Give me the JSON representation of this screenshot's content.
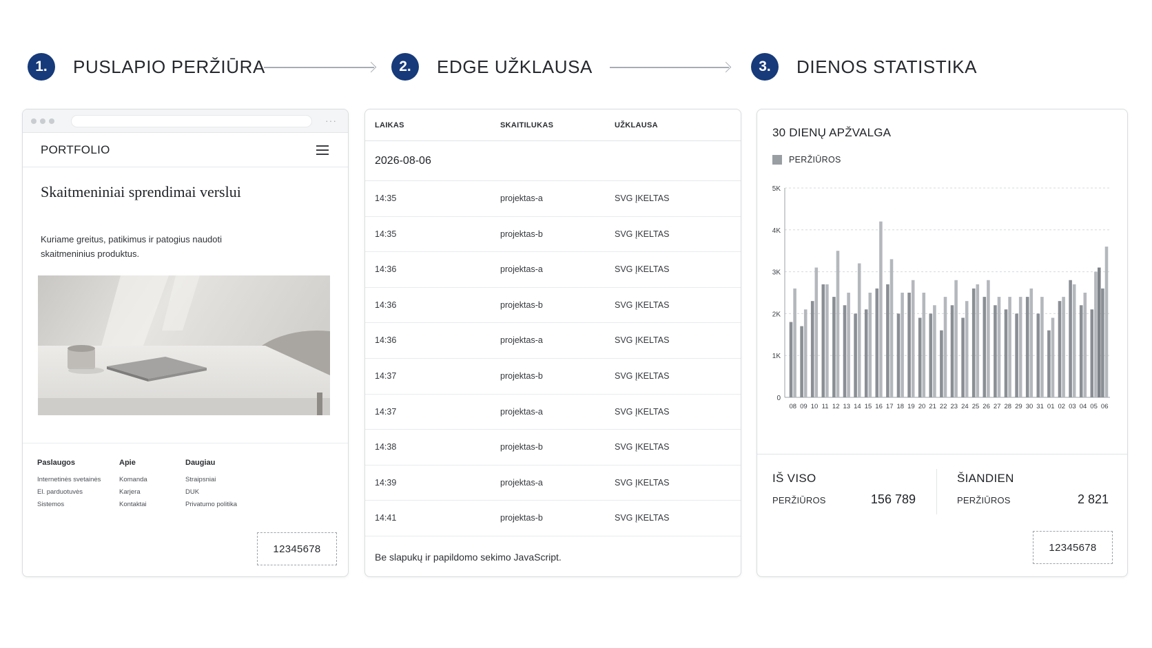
{
  "steps": [
    {
      "number": "1.",
      "title": "PUSLAPIO PERŽIŪRA"
    },
    {
      "number": "2.",
      "title": "EDGE UŽKLAUSA"
    },
    {
      "number": "3.",
      "title": "DIENOS STATISTIKA"
    }
  ],
  "colors": {
    "accent": "#163a7a",
    "bar_primary": "#8a8f95",
    "bar_secondary": "#b4b8bd"
  },
  "website": {
    "brand": "PORTFOLIO",
    "hero_title": "Skaitmeniniai sprendimai verslui",
    "hero_text": "Kuriame greitus, patikimus ir patogius naudoti skaitmeninius produktus.",
    "footer": [
      {
        "heading": "Paslaugos",
        "links": [
          "Internetinės svetainės",
          "El. parduotuvės",
          "Sistemos"
        ]
      },
      {
        "heading": "Apie",
        "links": [
          "Komanda",
          "Karjera",
          "Kontaktai"
        ]
      },
      {
        "heading": "Daugiau",
        "links": [
          "Straipsniai",
          "DUK",
          "Privatumo politika"
        ]
      }
    ],
    "counter_id": "12345678"
  },
  "request_log": {
    "columns": [
      "LAIKAS",
      "SKAITILUKAS",
      "UŽKLAUSA"
    ],
    "date": "2026-08-06",
    "rows": [
      [
        "14:35",
        "projektas-a",
        "SVG ĮKELTAS"
      ],
      [
        "14:35",
        "projektas-b",
        "SVG ĮKELTAS"
      ],
      [
        "14:36",
        "projektas-a",
        "SVG ĮKELTAS"
      ],
      [
        "14:36",
        "projektas-b",
        "SVG ĮKELTAS"
      ],
      [
        "14:36",
        "projektas-a",
        "SVG ĮKELTAS"
      ],
      [
        "14:37",
        "projektas-b",
        "SVG ĮKELTAS"
      ],
      [
        "14:37",
        "projektas-a",
        "SVG ĮKELTAS"
      ],
      [
        "14:38",
        "projektas-b",
        "SVG ĮKELTAS"
      ],
      [
        "14:39",
        "projektas-a",
        "SVG ĮKELTAS"
      ],
      [
        "14:41",
        "projektas-b",
        "SVG ĮKELTAS"
      ]
    ],
    "note": "Be slapukų ir papildomo sekimo JavaScript."
  },
  "stats": {
    "title": "30 DIENŲ APŽVALGA",
    "legend": "PERŽIŪROS",
    "total_heading": "IŠ VISO",
    "total_label": "PERŽIŪROS",
    "total_value": "156 789",
    "today_heading": "ŠIANDIEN",
    "today_label": "PERŽIŪROS",
    "today_value": "2 821",
    "counter_id": "12345678"
  },
  "chart_data": {
    "type": "bar",
    "categories": [
      "08",
      "09",
      "10",
      "11",
      "12",
      "13",
      "14",
      "15",
      "16",
      "17",
      "18",
      "19",
      "20",
      "21",
      "22",
      "23",
      "24",
      "25",
      "26",
      "27",
      "28",
      "29",
      "30",
      "31",
      "01",
      "02",
      "03",
      "04",
      "05",
      "06"
    ],
    "series": [
      {
        "name": "PERŽIŪROS",
        "values": [
          2600,
          2100,
          3100,
          2700,
          3500,
          2500,
          3200,
          2500,
          4200,
          3300,
          2500,
          2800,
          2500,
          2200,
          2400,
          2800,
          2300,
          2700,
          2800,
          2400,
          2400,
          2400,
          2600,
          2400,
          1900,
          2400,
          2700,
          2500,
          3000,
          3600
        ]
      },
      {
        "values": [
          1800,
          1700,
          2300,
          2700,
          2400,
          2200,
          2000,
          2100,
          2600,
          2700,
          2000,
          2500,
          1900,
          2000,
          1600,
          2200,
          1900,
          2600,
          2400,
          2200,
          2100,
          2000,
          2400,
          2000,
          1600,
          2300,
          2800,
          2200,
          2100,
          2600
        ]
      }
    ],
    "extra_bars": [
      3100
    ],
    "ylim": [
      0,
      5000
    ],
    "yticks": [
      "0",
      "1K",
      "2K",
      "3K",
      "4K",
      "5K"
    ],
    "grid": true,
    "legend": "top-left"
  }
}
